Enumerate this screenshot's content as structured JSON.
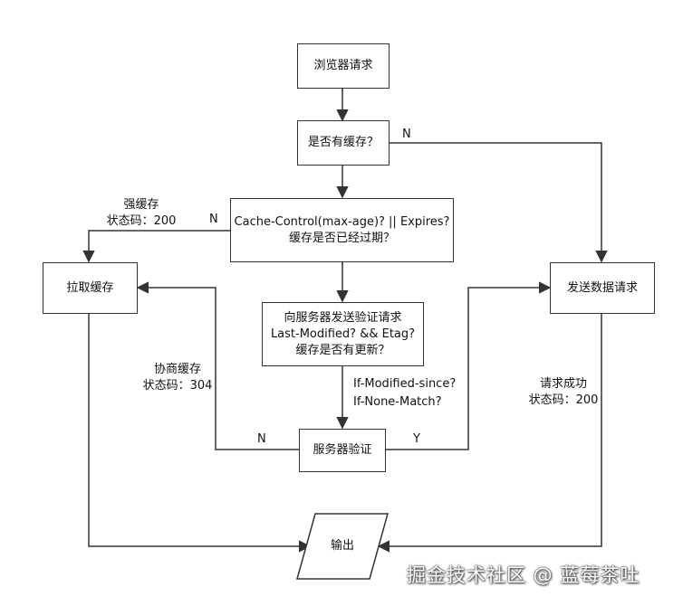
{
  "nodes": {
    "browser_request": "浏览器请求",
    "has_cache": "是否有缓存？",
    "expiry_check_line1": "Cache-Control(max-age)? || Expires?",
    "expiry_check_line2": "缓存是否已经过期？",
    "pull_cache": "拉取缓存",
    "send_request": "发送数据请求",
    "validation_line1": "向服务器发送验证请求",
    "validation_line2": "Last-Modified? && Etag?",
    "validation_line3": "缓存是否有更新？",
    "server_validate": "服务器验证",
    "output": "输出"
  },
  "edge_labels": {
    "has_cache_no": "N",
    "strong_cache_line1": "强缓存",
    "strong_cache_line2": "状态码：200",
    "expired_no": "N",
    "negotiated_cache_line1": "协商缓存",
    "negotiated_cache_line2": "状态码：304",
    "if_modified_since": "If-Modified-since?",
    "if_none_match": "If-None-Match?",
    "server_no": "N",
    "server_yes": "Y",
    "request_success_line1": "请求成功",
    "request_success_line2": "状态码：200"
  },
  "watermark": "掘金技术社区 @ 蓝莓茶吐"
}
